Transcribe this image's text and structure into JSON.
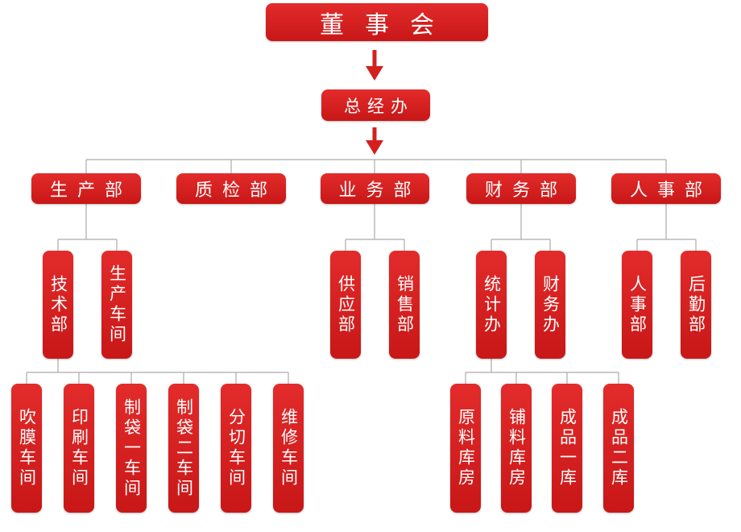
{
  "board": "董事会",
  "gm": "总经办",
  "departments": {
    "production": "生产部",
    "qc": "质检部",
    "business": "业务部",
    "finance": "财务部",
    "hr": "人事部"
  },
  "sub": {
    "tech": "技术部",
    "prod_workshop": "生产车间",
    "supply": "供应部",
    "sales": "销售部",
    "stats": "统计办",
    "finance_office": "财务办",
    "hr_dept": "人事部",
    "logistics": "后勤部"
  },
  "workshops": {
    "blow_film": "吹膜车间",
    "printing": "印刷车间",
    "bag1": "制袋一车间",
    "bag2": "制袋二车间",
    "slitting": "分切车间",
    "repair": "维修车间"
  },
  "warehouses": {
    "raw": "原料库房",
    "aux": "铺料库房",
    "finished1": "成品一库",
    "finished2": "成品二库"
  },
  "colors": {
    "box": "#d41f1f",
    "line": "#aaaaaa",
    "arrow": "#d41f1f",
    "text": "#ffffff"
  }
}
